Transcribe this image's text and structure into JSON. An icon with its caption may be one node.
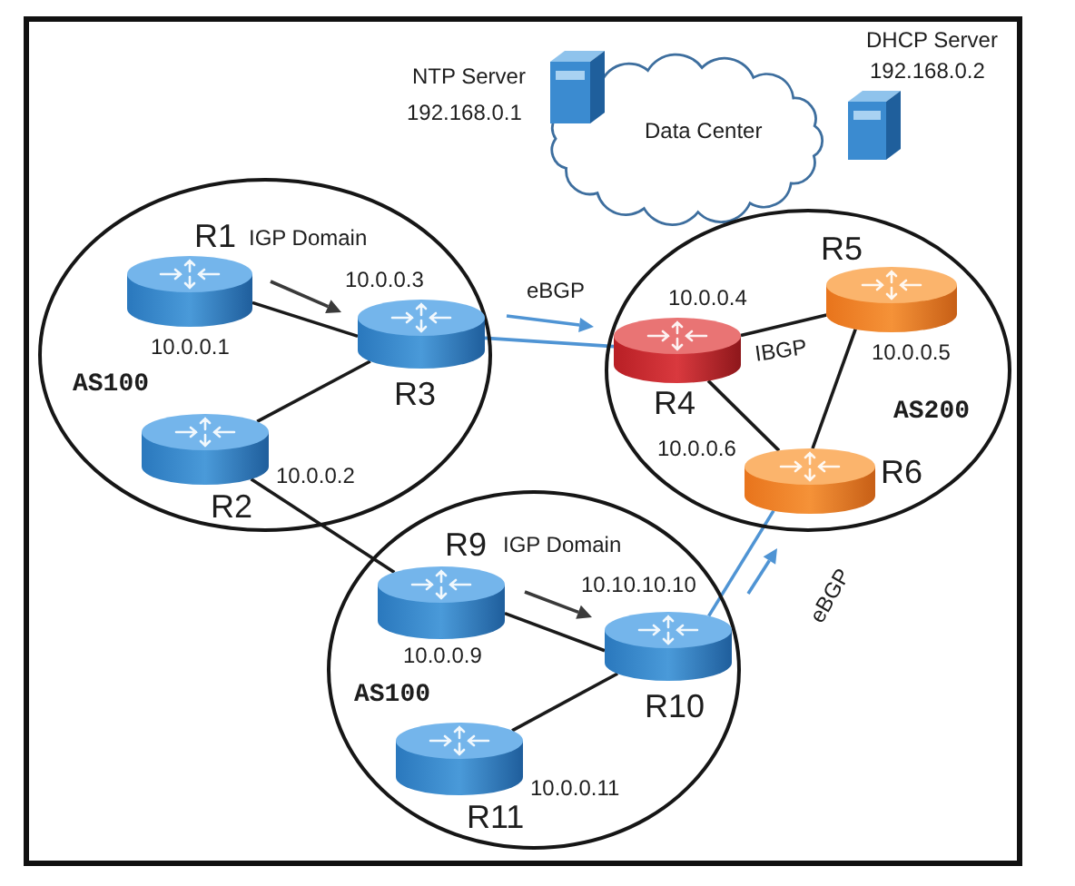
{
  "diagram": {
    "nodes": [
      {
        "text": [
          "Data Center"
        ]
      },
      {
        "text": [
          "IGP Domain",
          "AS100"
        ]
      },
      {
        "text": [
          "R1"
        ],
        "beside": [
          "10.0.0.1"
        ],
        "in": 1
      },
      {
        "text": [
          "R3"
        ],
        "beside": [
          "10.0.0.3"
        ],
        "in": 1
      },
      {
        "text": [
          "R2"
        ],
        "beside": [
          "10.0.0.2"
        ],
        "in": 1
      },
      {
        "text": [
          "AS200"
        ]
      },
      {
        "text": [
          "R5"
        ],
        "beside": [
          "10.0.0.5"
        ],
        "in": 5
      },
      {
        "text": [
          "R4"
        ],
        "beside": [
          "10.0.0.4"
        ],
        "in": 5
      },
      {
        "text": [
          "R6"
        ],
        "beside": [
          "10.0.0.6"
        ],
        "in": 5
      },
      {
        "text": [
          "IGP Domain",
          "AS100"
        ]
      },
      {
        "text": [
          "R9"
        ],
        "beside": [
          "10.0.0.9"
        ],
        "in": 9
      },
      {
        "text": [
          "R10"
        ],
        "beside": [
          "10.10.10.10"
        ],
        "in": 9
      },
      {
        "text": [
          "R11"
        ],
        "beside": [
          "10.0.0.11"
        ],
        "in": 9
      }
    ],
    "edges": [
      {
        "from": 2,
        "to": 3,
        "arrow": "none"
      },
      {
        "from": 4,
        "to": 3,
        "arrow": "none"
      },
      {
        "from": 3,
        "to": 7,
        "arrow": "none",
        "label": "eBGP",
        "color": "#4f94d4"
      },
      {
        "from": 7,
        "to": 6,
        "arrow": "none"
      },
      {
        "from": 7,
        "to": 8,
        "arrow": "none"
      },
      {
        "from": 6,
        "to": 8,
        "arrow": "none"
      },
      {
        "from": 4,
        "to": 10,
        "arrow": "none"
      },
      {
        "from": 10,
        "to": 11,
        "arrow": "none"
      },
      {
        "from": 12,
        "to": 11,
        "arrow": "none"
      },
      {
        "from": 11,
        "to": 8,
        "arrow": "none",
        "label": "eBGP",
        "color": "#4f94d4"
      }
    ],
    "labels": [
      "DHCP Server",
      "192.168.0.2",
      "NTP Server",
      "192.168.0.1",
      "IBGP"
    ]
  }
}
